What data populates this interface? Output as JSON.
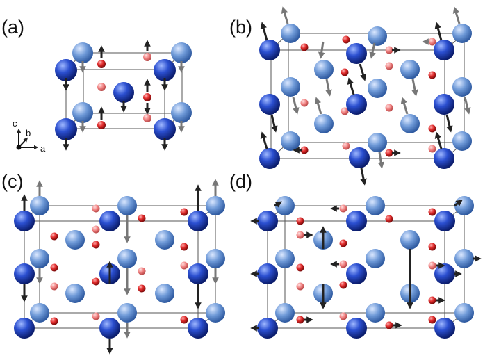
{
  "panels": [
    {
      "label": "(a)"
    },
    {
      "label": "(b)"
    },
    {
      "label": "(c)"
    },
    {
      "label": "(d)"
    }
  ],
  "axes": {
    "c": "c",
    "b": "b",
    "a": "a"
  },
  "colors": {
    "large_atom_dark": "#1d3fb4",
    "large_atom_light": "#6f9ad8",
    "small_atom": "#e02a2a",
    "small_atom_light": "#f08080",
    "arrow_dark": "#222222",
    "arrow_light": "#777777",
    "cell_line": "#555555"
  }
}
